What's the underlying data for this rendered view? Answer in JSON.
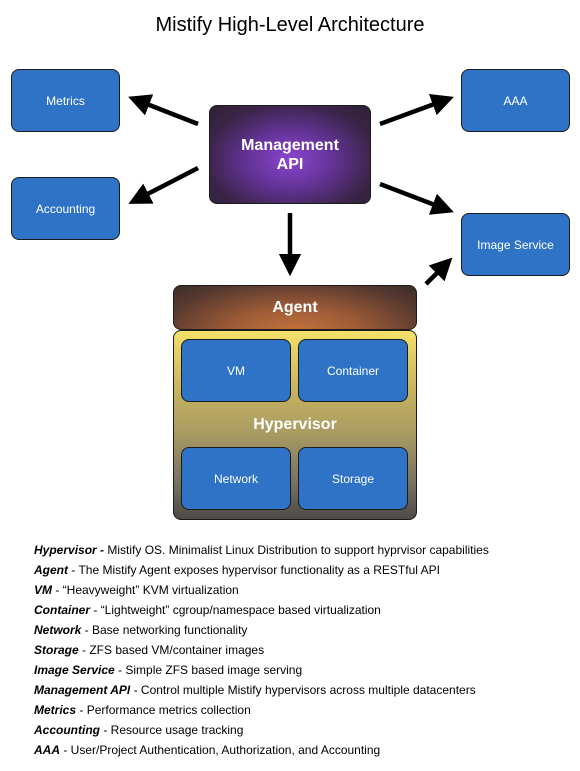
{
  "title": "Mistify High-Level Architecture",
  "nodes": {
    "metrics": "Metrics",
    "accounting": "Accounting",
    "management_api": "Management\nAPI",
    "aaa": "AAA",
    "image_service": "Image Service",
    "agent": "Agent",
    "hypervisor": "Hypervisor",
    "vm": "VM",
    "container": "Container",
    "network": "Network",
    "storage": "Storage"
  },
  "colors": {
    "service_box": "#2f73c6",
    "management_api": "#6a35a0",
    "agent": "#9b5a37",
    "hypervisor": "#e8d66a",
    "arrow": "#000000"
  },
  "legend": [
    {
      "term": "Hypervisor - ",
      "desc": "Mistify OS. Minimalist Linux Distribution to support hyprvisor capabilities"
    },
    {
      "term": "Agent",
      "desc": " - The Mistify Agent exposes hypervisor functionality as a RESTful API"
    },
    {
      "term": "VM",
      "desc": " - “Heavyweight” KVM virtualization"
    },
    {
      "term": "Container",
      "desc": " - “Lightweight” cgroup/namespace based virtualization"
    },
    {
      "term": "Network",
      "desc": " - Base networking functionality"
    },
    {
      "term": "Storage",
      "desc": " - ZFS based VM/container images"
    },
    {
      "term": "Image Service",
      "desc": " - Simple ZFS based image serving"
    },
    {
      "term": "Management API",
      "desc": " - Control multiple Mistify hypervisors across multiple datacenters"
    },
    {
      "term": "Metrics",
      "desc": " - Performance metrics collection"
    },
    {
      "term": "Accounting",
      "desc": " - Resource usage tracking"
    },
    {
      "term": "AAA",
      "desc": " - User/Project Authentication, Authorization, and Accounting"
    }
  ]
}
